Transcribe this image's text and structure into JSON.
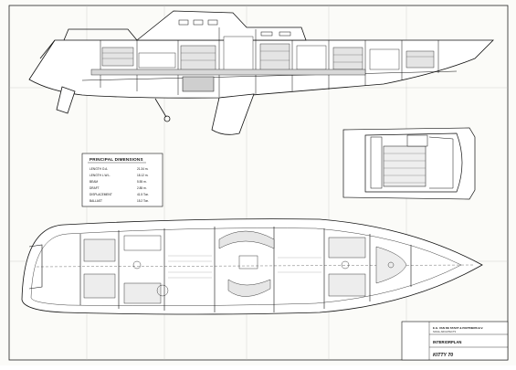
{
  "drawing": {
    "principal_dimensions": {
      "title": "PRINCIPAL DIMENSIONS",
      "rows": [
        {
          "label": "LENGTH O.A.",
          "value": "21.34 m."
        },
        {
          "label": "LENGTH L.W.L.",
          "value": "18.12 m."
        },
        {
          "label": "BEAM",
          "value": "5.55 m."
        },
        {
          "label": "DRAFT",
          "value": "2.85 m."
        },
        {
          "label": "DISPLACEMENT",
          "value": "41.5 Ton."
        },
        {
          "label": "BALLAST",
          "value": "15.2 Ton."
        }
      ]
    },
    "title_block": {
      "firm": "E.G. VAN DE STADT & PARTNERS B.V.",
      "sub": "NAVAL ARCHITECTS",
      "plan": "INTERIORPLAN",
      "model": "KITTY 70"
    }
  }
}
